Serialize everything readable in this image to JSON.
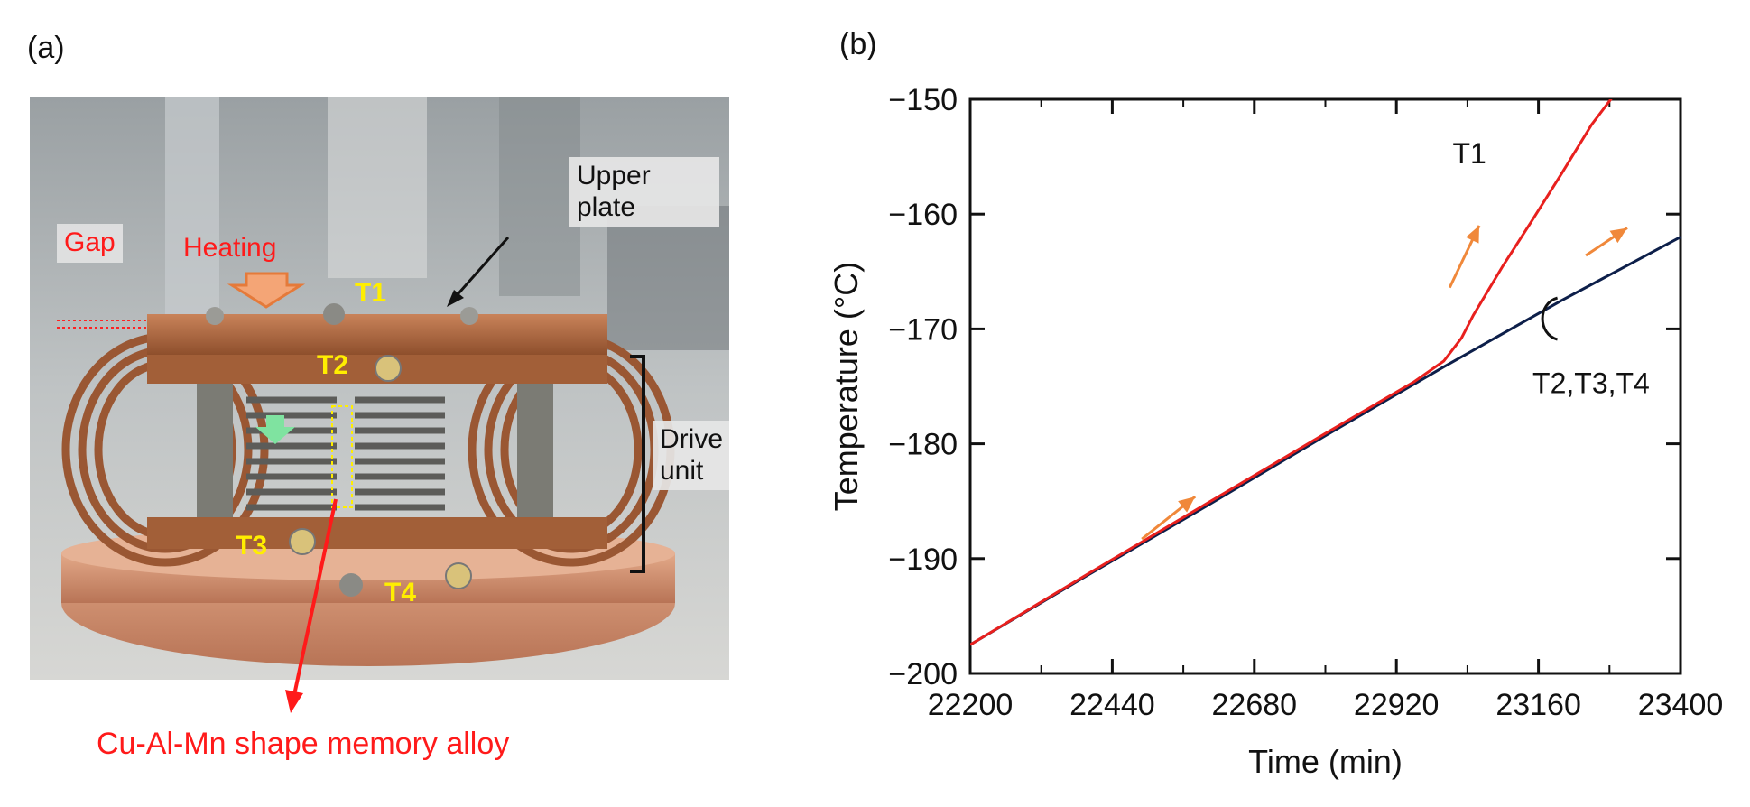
{
  "panel_a": {
    "label": "(a)",
    "annotations": {
      "heating": "Heating",
      "gap": "Gap",
      "t1": "T1",
      "t2": "T2",
      "t3": "T3",
      "t4": "T4",
      "upper_plate": "Upper plate",
      "drive_unit": "Drive unit",
      "sma_caption": "Cu-Al-Mn shape memory alloy"
    },
    "colors": {
      "annotation_red": "#ff1a1a",
      "annotation_yellow": "#ffee00",
      "copper": "#b06a3e"
    }
  },
  "panel_b": {
    "label": "(b)"
  },
  "chart_data": {
    "type": "line",
    "title": "",
    "xlabel": "Time (min)",
    "ylabel": "Temperature (°C)",
    "xlim": [
      22200,
      23400
    ],
    "ylim": [
      -200,
      -150
    ],
    "x_ticks": [
      22200,
      22440,
      22680,
      22920,
      23160,
      23400
    ],
    "y_ticks": [
      -150,
      -160,
      -170,
      -180,
      -190,
      -200
    ],
    "grid": false,
    "series": [
      {
        "name": "T1",
        "color": "#e8201e",
        "x": [
          22200,
          22400,
          22600,
          22800,
          22950,
          23000,
          23030,
          23050,
          23100,
          23150,
          23200,
          23250,
          23300
        ],
        "y": [
          -197.5,
          -191.3,
          -185.2,
          -179.1,
          -174.6,
          -172.8,
          -170.8,
          -168.8,
          -164.5,
          -160.5,
          -156.4,
          -152.2,
          -148.8
        ]
      },
      {
        "name": "T2,T3,T4",
        "color": "#0d1f4a",
        "x": [
          22200,
          22400,
          22600,
          22800,
          23000,
          23200,
          23400
        ],
        "y": [
          -197.5,
          -191.4,
          -185.4,
          -179.3,
          -173.3,
          -167.5,
          -162.0
        ]
      }
    ],
    "annotations": {
      "color": "#f0883a"
    }
  }
}
